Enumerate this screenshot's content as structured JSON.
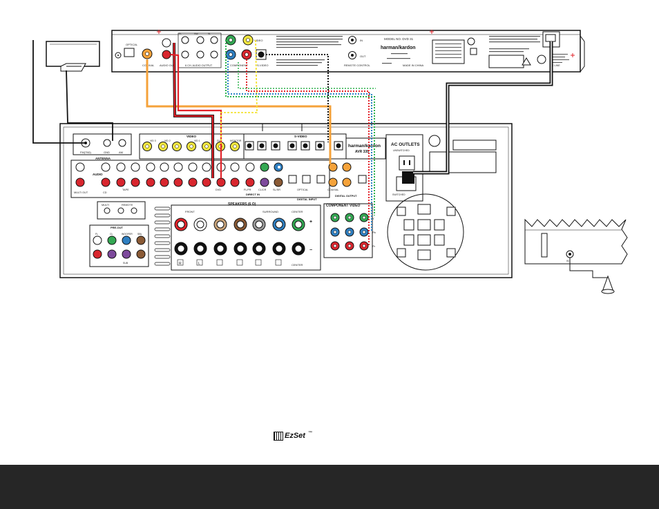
{
  "colors": {
    "page_background": "#ffffff",
    "footer_bar": "#262626",
    "cable_red": "#e2232a",
    "cable_orange": "#f5a23a",
    "cable_yellow": "#f4e332",
    "cable_green": "#2bb24c",
    "cable_blue": "#2a83c6",
    "cable_black": "#111111",
    "jack_yellow": "#f2e640",
    "jack_red": "#d8262e",
    "jack_white": "#ffffff",
    "jack_green": "#34a853",
    "jack_blue": "#2f7fc1",
    "jack_purple": "#7d4a9c",
    "jack_brown": "#8a5a35",
    "jack_tan": "#c9a47a",
    "jack_gray": "#9a9a9a"
  },
  "dvd_player": {
    "labels": {
      "optical": "OPTICAL",
      "coaxial": "COAXIAL",
      "audio_out": "AUDIO OUT",
      "fl": "FL",
      "sw": "SW",
      "sl": "SL",
      "ch_output": "6 CH. AUDIO OUTPUT",
      "component": "COMPONENT",
      "video": "VIDEO",
      "svideo": "S-VIDEO",
      "remote_control": "REMOTE CONTROL",
      "in": "IN",
      "out": "OUT",
      "model": "MODEL NO. DVD 31",
      "brand": "harman/kardon",
      "made_in": "MADE IN CHINA",
      "ac_line": "AC LINE"
    }
  },
  "receiver": {
    "brand": "harman/kardon",
    "model": "AVR 335",
    "labels": {
      "antenna": "ANTENNA",
      "fm": "FM(75Ω)",
      "gnd": "GND",
      "am": "AM",
      "video": "VIDEO",
      "svideo": "S-VIDEO",
      "audio": "AUDIO",
      "multi_out": "MULTI OUT",
      "cd": "CD",
      "tape": "TAPE",
      "vid1": "VID 1",
      "vid2": "VID 2",
      "vid3": "VID 3",
      "dvd": "DVD",
      "monitor": "MONITOR",
      "in": "IN",
      "out": "OUT",
      "direct_in": "DIRECT IN",
      "fl_fr": "FL/FR",
      "cl_cr": "CL/CR",
      "sl_sr": "SL/SR",
      "sbl_sbr": "SBL/SBR",
      "ch8": "8CH",
      "digital_input": "DIGITAL INPUT",
      "digital_output": "DIGITAL OUTPUT",
      "optical": "OPTICAL",
      "coaxial": "COAXIAL",
      "ac_outlets": "AC OUTLETS",
      "unswitched": "UNSWITCHED",
      "switched": "SWITCHED",
      "multi_room": "MULTI",
      "remote": "REMOTE",
      "pre_out": "PRE-OUT",
      "fl": "FL",
      "cl": "CL",
      "woofer": "WOOFER",
      "sbl": "SBL",
      "sl": "SL",
      "sub": "SUB",
      "sbr": "SBR",
      "speakers": "SPEAKERS (6 Ω)",
      "front": "FRONT",
      "surround_back": "SURROUND",
      "surround": "SURROUND",
      "center": "CENTER",
      "component_video": "COMPONENT VIDEO",
      "y": "Y",
      "pb": "Pb",
      "pr": "Pr",
      "plus": "+",
      "minus": "−",
      "r": "R",
      "l": "L"
    }
  },
  "subwoofer_panel": {
    "label": "IN"
  },
  "ezset": {
    "text": "EzSet",
    "tm": "™"
  }
}
